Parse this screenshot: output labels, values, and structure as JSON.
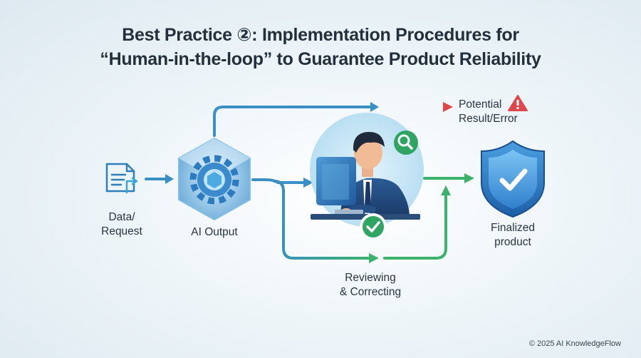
{
  "title": {
    "line1": "Best Practice ②: Implementation Procedures for",
    "line2": "“Human-in-the-loop” to Guarantee Product Reliability"
  },
  "nodes": {
    "data_request": {
      "line1": "Data/",
      "line2": "Request",
      "icon": "document-arrow-icon"
    },
    "ai_output": {
      "line1": "AI Output",
      "icon": "gear-cube-icon"
    },
    "potential_error": {
      "line1": "Potential",
      "line2": "Result/Error",
      "icon": "warning-triangle-icon"
    },
    "reviewer": {
      "icon": "person-at-computer-icon"
    },
    "review": {
      "line1": "Reviewing",
      "line2": "& Correcting"
    },
    "finalized": {
      "line1": "Finalized",
      "line2": "product",
      "icon": "shield-check-icon"
    }
  },
  "colors": {
    "blue_flow": "#3a8fc4",
    "green_flow": "#3cb26b",
    "error_red": "#e0474c",
    "title": "#23303b"
  },
  "footer": {
    "copyright": "© 2025 AI KnowledgeFlow"
  }
}
